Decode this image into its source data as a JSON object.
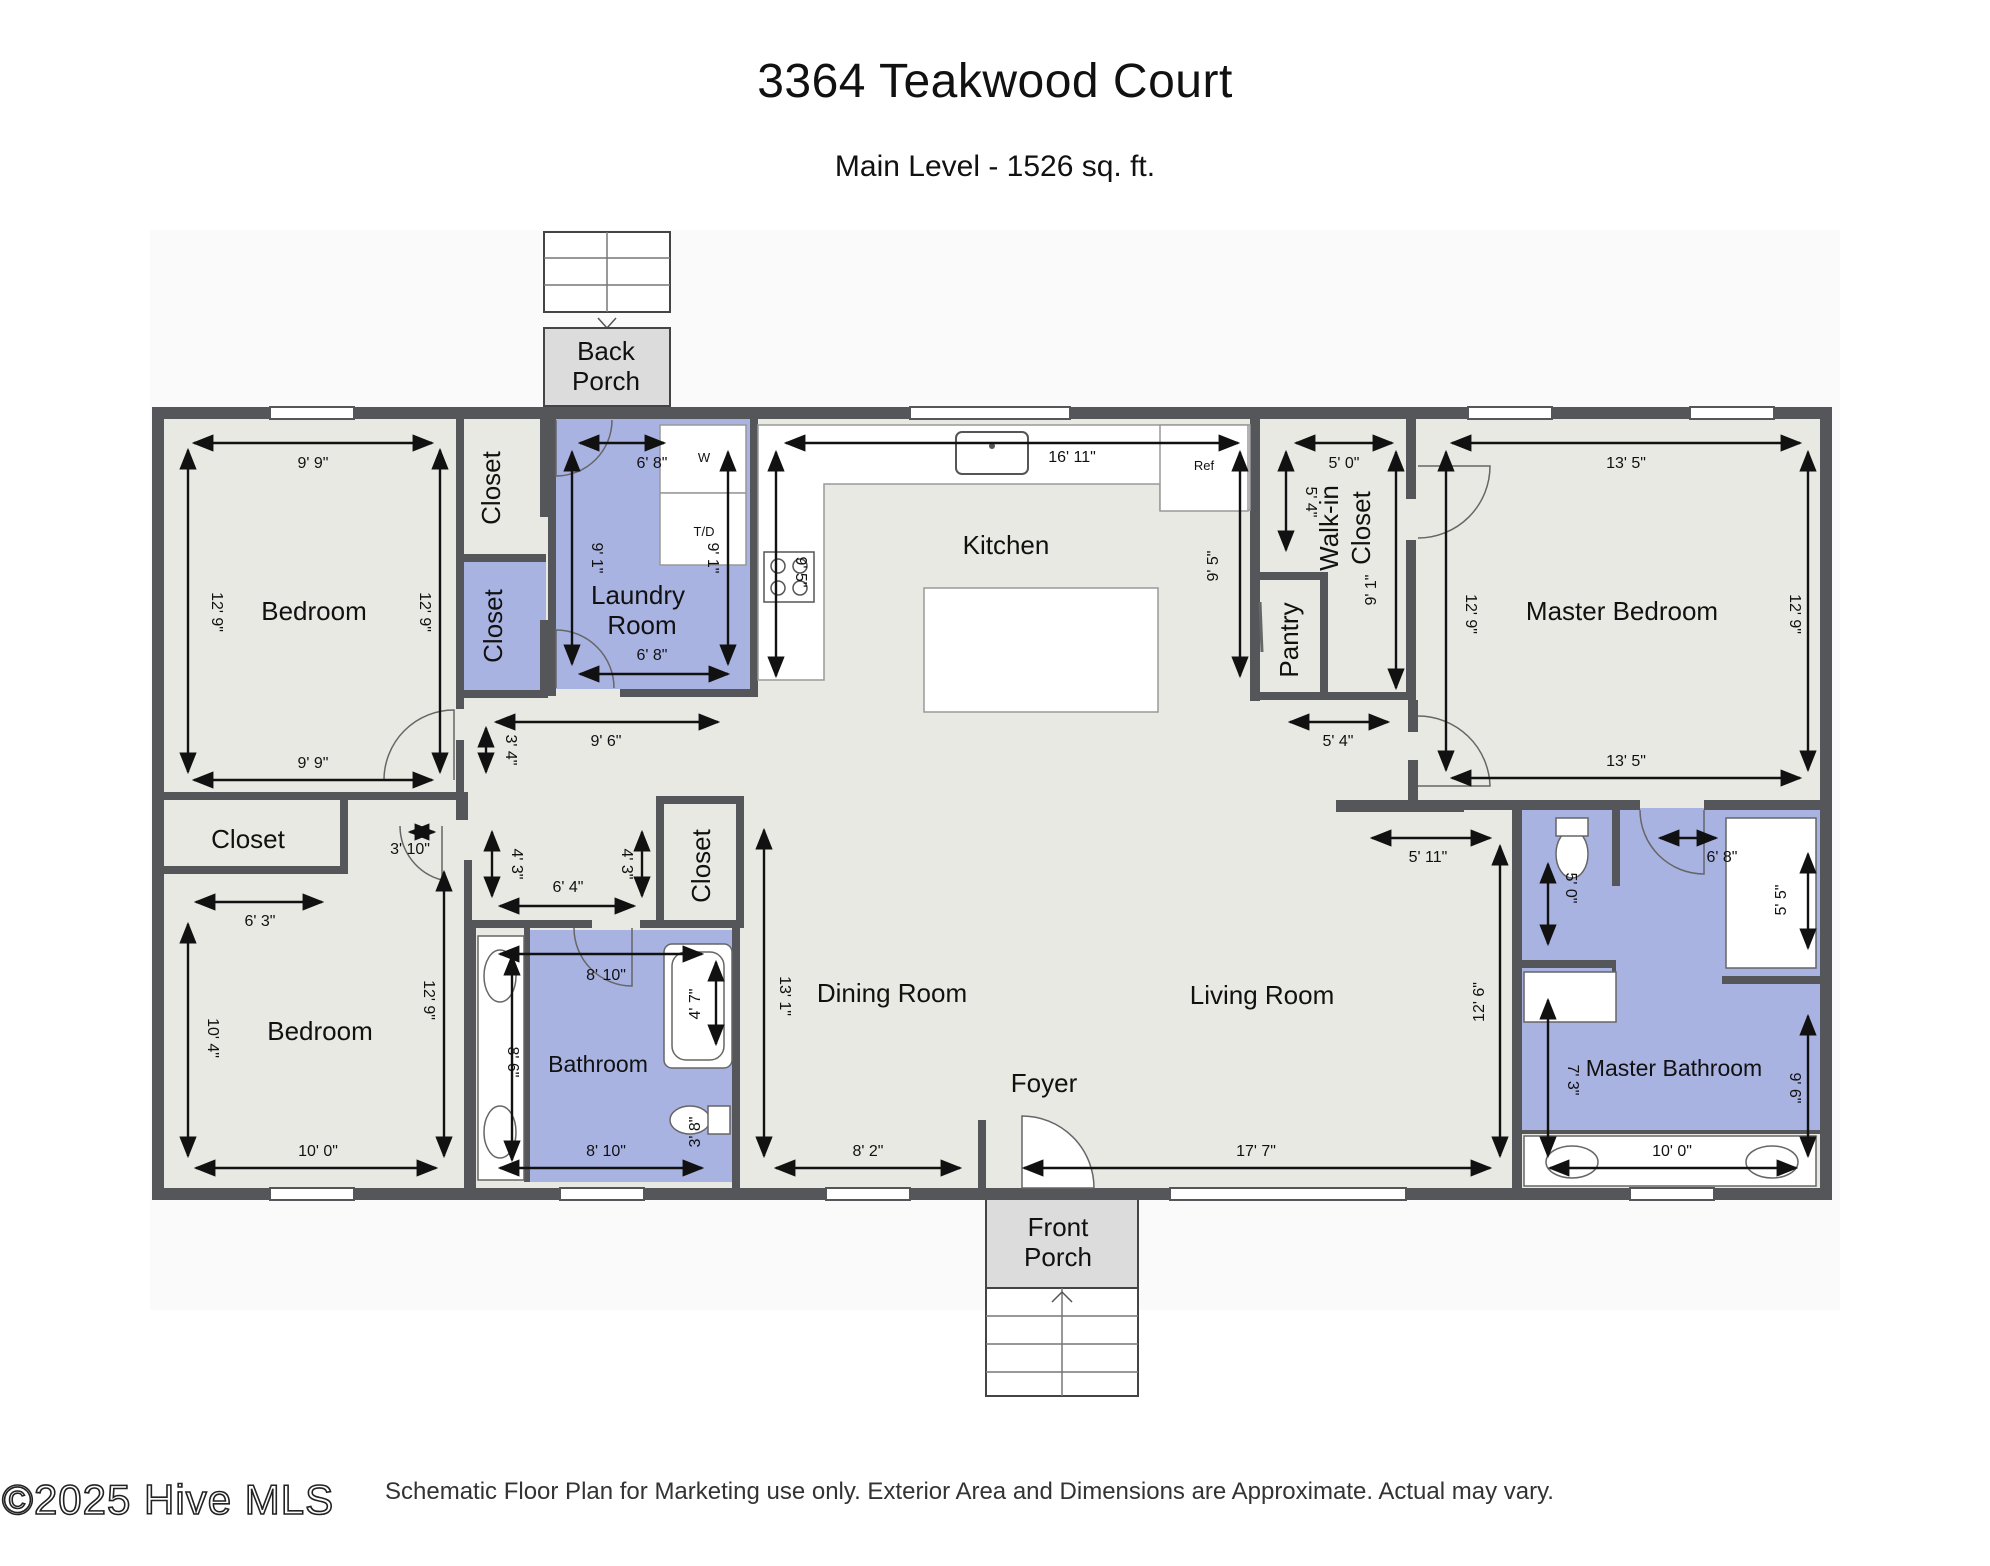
{
  "title": "3364 Teakwood Court",
  "subtitle": "Main Level - 1526 sq. ft.",
  "rooms": {
    "bedroom_1": "Bedroom",
    "closet_1": "Closet",
    "closet_2": "Closet",
    "laundry_1": "Laundry",
    "laundry_2": "Room",
    "kitchen": "Kitchen",
    "walkin_1": "Walk-in",
    "walkin_2": "Closet",
    "pantry": "Pantry",
    "master_bedroom": "Master Bedroom",
    "back_porch_1": "Back",
    "back_porch_2": "Porch",
    "closet_3": "Closet",
    "bedroom_2": "Bedroom",
    "closet_4": "Closet",
    "bathroom": "Bathroom",
    "dining_room": "Dining Room",
    "living_room": "Living Room",
    "foyer": "Foyer",
    "master_bathroom": "Master Bathroom",
    "front_porch_1": "Front",
    "front_porch_2": "Porch"
  },
  "fixtures": {
    "washer": "W",
    "dryer": "T/D",
    "refrigerator": "Ref"
  },
  "dims": {
    "bed1_top": "9' 9\"",
    "bed1_bottom": "9' 9\"",
    "bed1_left": "12' 9\"",
    "bed1_right": "12' 9\"",
    "laundry_top": "6' 8\"",
    "laundry_bottom": "6' 8\"",
    "laundry_left": "9' 1\"",
    "laundry_right": "9' 1\"",
    "kitchen_top": "16' 11\"",
    "kitchen_left": "9' 5\"",
    "kitchen_right": "9' 5\"",
    "walkin_top": "5' 0\"",
    "walkin_left": "5' 4\"",
    "walkin_right": "9' 1\"",
    "master_top": "13' 5\"",
    "master_bottom": "13' 5\"",
    "master_left": "12' 9\"",
    "master_right": "12' 9\"",
    "hall_1": "9' 6\"",
    "hall_2": "3' 4\"",
    "hall_3": "5' 4\"",
    "hall_4": "3' 10\"",
    "hall_5": "4' 3\"",
    "hall_6": "6' 4\"",
    "hall_7": "4' 3\"",
    "bed2_top": "6' 3\"",
    "bed2_bottom": "10' 0\"",
    "bed2_left": "10' 4\"",
    "bed2_right": "12' 9\"",
    "bath_top": "8' 10\"",
    "bath_bottom": "8' 10\"",
    "bath_left": "8' 6\"",
    "bath_tub": "4' 7\"",
    "bath_wc": "3' 8\"",
    "dining_left": "13' 1\"",
    "dining_bottom": "8' 2\"",
    "living_bottom": "17' 7\"",
    "living_right": "12' 6\"",
    "living_top": "5' 11\"",
    "mbath_wc": "5' 0\"",
    "mbath_top": "6' 8\"",
    "mbath_shower": "5' 5\"",
    "mbath_left": "7' 3\"",
    "mbath_right": "9' 6\"",
    "mbath_bottom": "10' 0\""
  },
  "copyright": "©2025 Hive MLS",
  "disclaimer": "Schematic Floor Plan for Marketing use only. Exterior Area and Dimensions are Approximate. Actual may vary.",
  "colors": {
    "wall": "#55565a",
    "floor": "#e8e9e3",
    "wet_room": "#a9b3e2",
    "porch": "#dcdcdc"
  }
}
